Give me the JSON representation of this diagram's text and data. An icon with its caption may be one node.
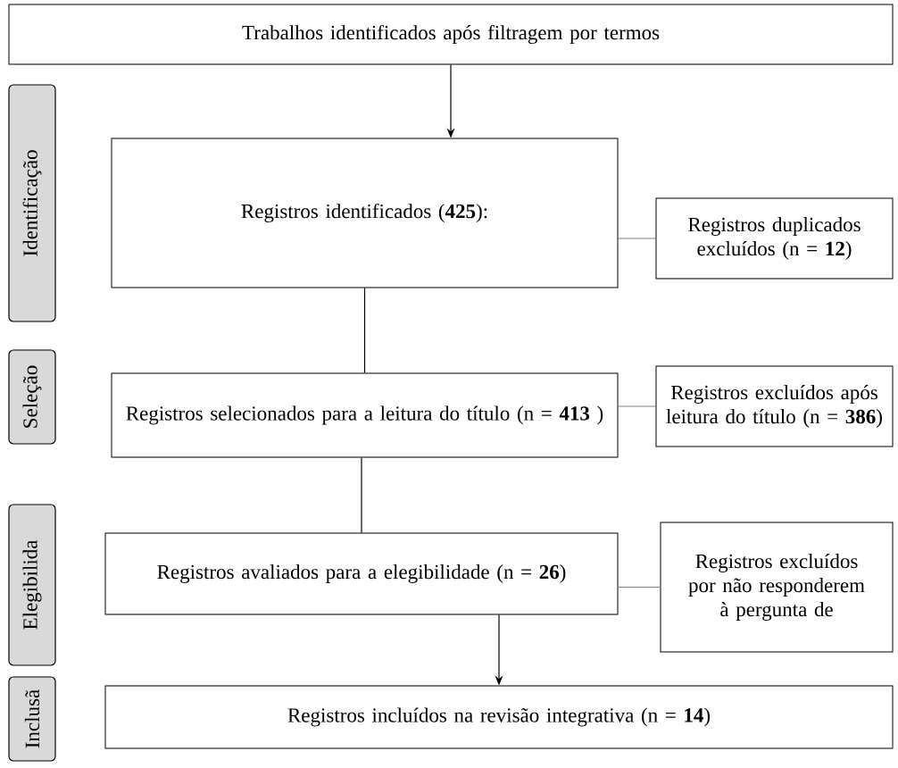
{
  "diagram": {
    "nodes": [
      {
        "text": [
          "Trabalhos identificados após filtragem por termos"
        ]
      },
      {
        "text": [
          "Registros identificados (**425**):"
        ]
      },
      {
        "text": [
          "Registros duplicados excluídos (n = **12**)"
        ]
      },
      {
        "text": [
          "Registros selecionados para a leitura do título (n = **413** )"
        ]
      },
      {
        "text": [
          "Registros excluídos após leitura do título (n = **386**)"
        ]
      },
      {
        "text": [
          "Registros avaliados para a elegibilidade (n = **26**)"
        ]
      },
      {
        "text": [
          "Registros excluídos por não responderem à pergunta de"
        ]
      },
      {
        "text": [
          "Registros incluídos na revisão integrativa (n = **14**)"
        ]
      },
      {
        "text": [
          "Identificação"
        ]
      },
      {
        "text": [
          "Seleção"
        ]
      },
      {
        "text": [
          "Elegibilida"
        ]
      },
      {
        "text": [
          "Inclusã"
        ]
      }
    ],
    "edges": [
      {
        "from": 0,
        "to": 1,
        "arrow": "to"
      },
      {
        "from": 1,
        "to": 3,
        "arrow": "none"
      },
      {
        "from": 3,
        "to": 5,
        "arrow": "none"
      },
      {
        "from": 5,
        "to": 7,
        "arrow": "to"
      },
      {
        "from": 1,
        "to": 2,
        "arrow": "none",
        "color": "#808080"
      },
      {
        "from": 3,
        "to": 4,
        "arrow": "none",
        "color": "#808080"
      },
      {
        "from": 5,
        "to": 6,
        "arrow": "none",
        "color": "#808080"
      }
    ]
  }
}
